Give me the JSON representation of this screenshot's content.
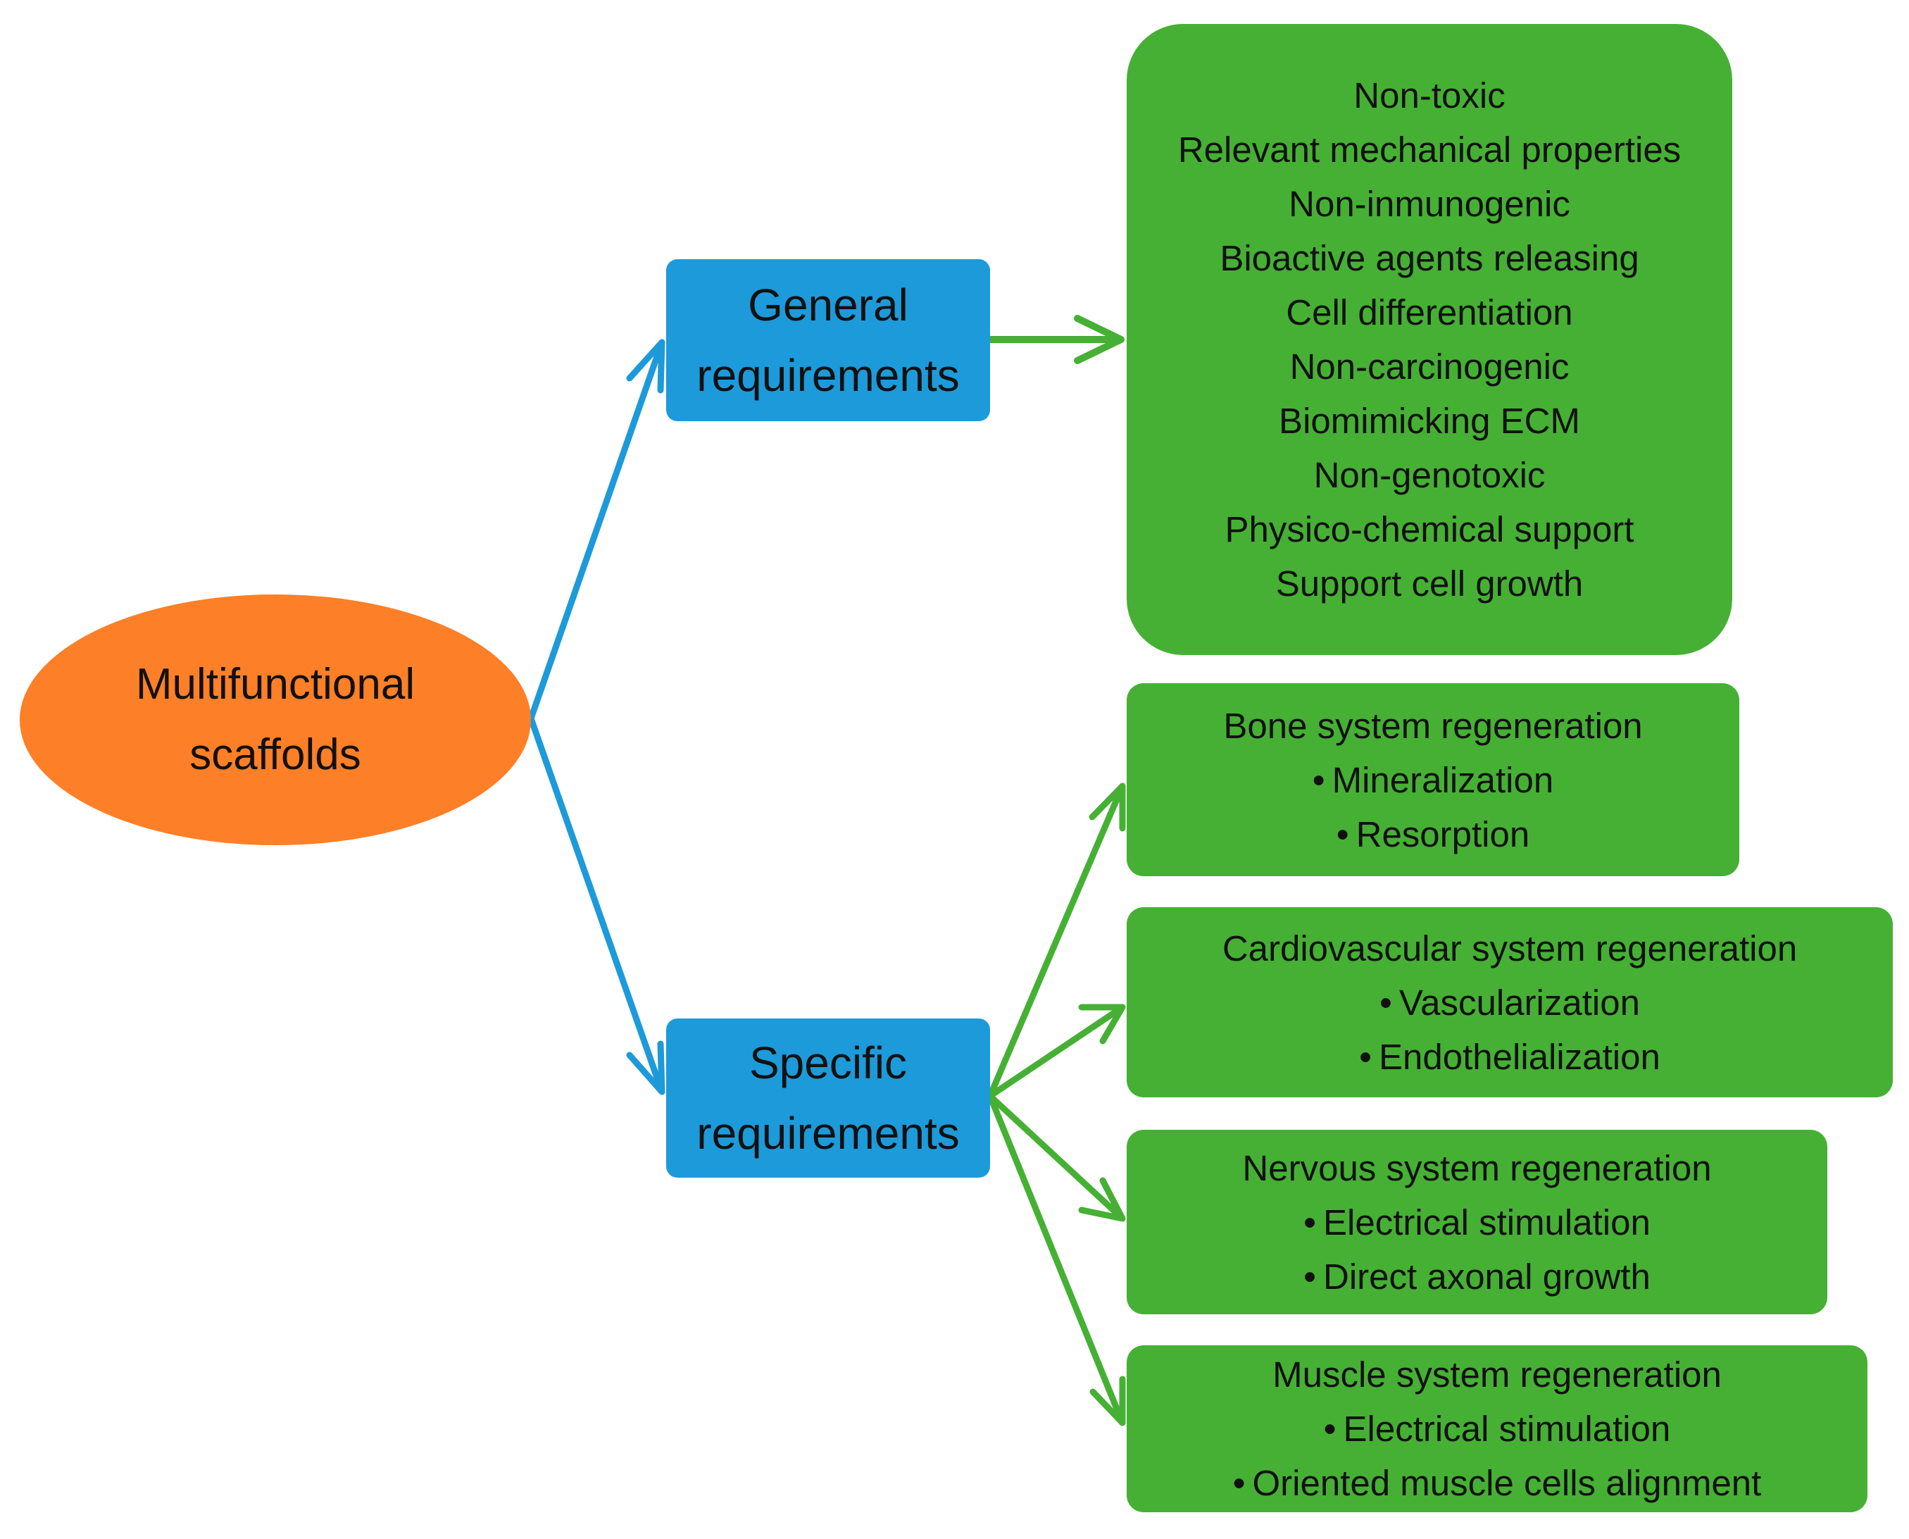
{
  "root": {
    "line1": "Multifunctional",
    "line2": "scaffolds",
    "color": "#fd7f27"
  },
  "general": {
    "line1": "General",
    "line2": "requirements",
    "color": "#1d9ad9",
    "items": [
      "Non-toxic",
      "Relevant mechanical properties",
      "Non-inmunogenic",
      "Bioactive agents releasing",
      "Cell differentiation",
      "Non-carcinogenic",
      "Biomimicking ECM",
      "Non-genotoxic",
      "Physico-chemical support",
      "Support cell growth"
    ]
  },
  "specific": {
    "line1": "Specific",
    "line2": "requirements",
    "color": "#1d9ad9",
    "systems": [
      {
        "title": "Bone system regeneration",
        "items": [
          "Mineralization",
          "Resorption"
        ]
      },
      {
        "title": "Cardiovascular system regeneration",
        "items": [
          "Vascularization",
          "Endothelialization"
        ]
      },
      {
        "title": "Nervous system regeneration",
        "items": [
          "Electrical stimulation",
          "Direct axonal growth"
        ]
      },
      {
        "title": "Muscle system regeneration",
        "items": [
          "Electrical stimulation",
          "Oriented muscle cells alignment"
        ]
      }
    ]
  },
  "bullet_glyph": "•",
  "colors": {
    "root": "#fd7f27",
    "blue": "#1d9ad9",
    "green": "#46b034",
    "blue_arrow": "#1d9ad9",
    "green_arrow": "#46b034"
  }
}
